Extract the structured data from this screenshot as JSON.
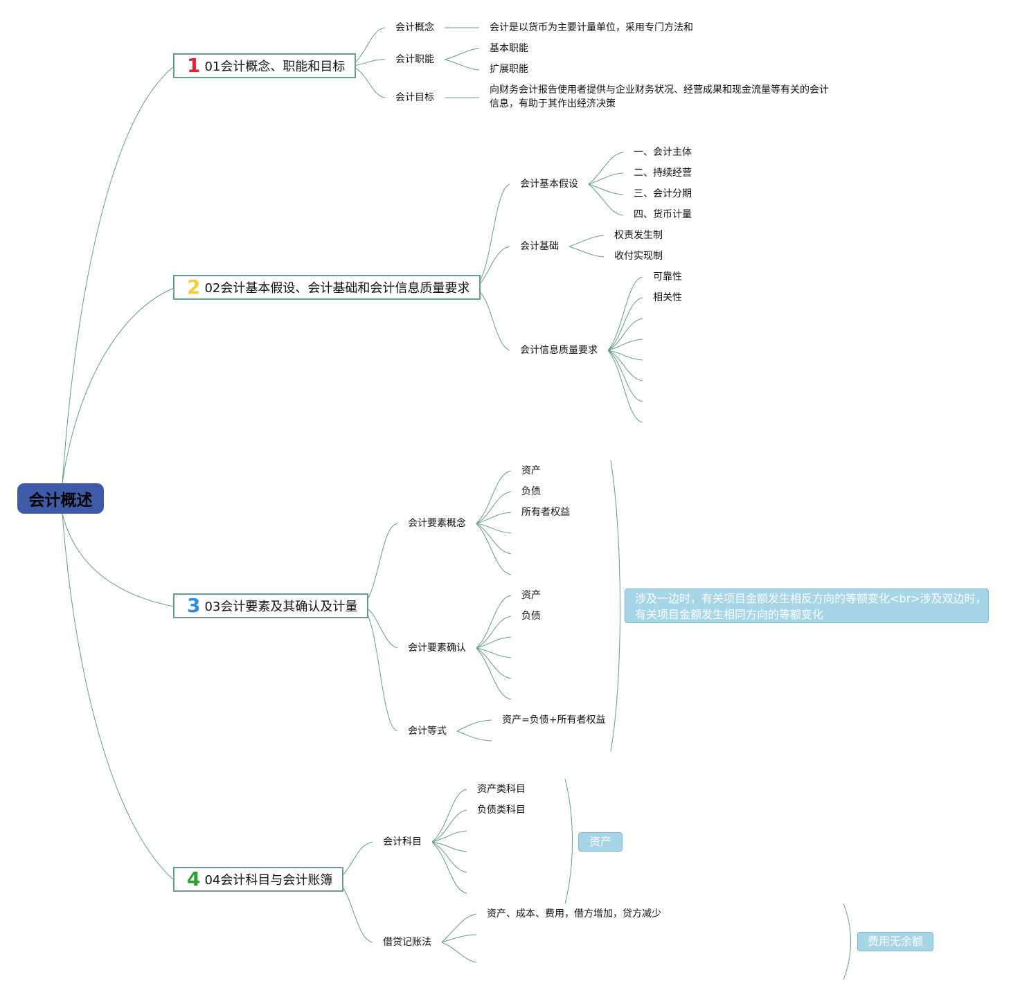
{
  "root": {
    "label": "会计概述"
  },
  "topics": [
    {
      "number": "1",
      "number_color": "#e0213a",
      "label": "01会计概念、职能和目标"
    },
    {
      "number": "2",
      "number_color": "#f2cf3a",
      "label": "02会计基本假设、会计基础和会计信息质量要求"
    },
    {
      "number": "3",
      "number_color": "#2d8fd6",
      "label": "03会计要素及其确认及计量"
    },
    {
      "number": "4",
      "number_color": "#2aa12f",
      "label": "04会计科目与会计账簿"
    }
  ],
  "t1": {
    "concept": "会计概念",
    "concept_text": "会计是以货币为主要计量单位，采用专门方法和",
    "function": "会计职能",
    "function_items": [
      "基本职能",
      "扩展职能"
    ],
    "goal": "会计目标",
    "goal_text": [
      "向财务会计报告使用者提供与企业财务状况、经营成果和现金流量等有关的会计",
      "信息，有助于其作出经济决策"
    ]
  },
  "t2": {
    "assumption": "会计基本假设",
    "assumption_items": [
      "一、会计主体",
      "二、持续经营",
      "三、会计分期",
      "四、货币计量"
    ],
    "basis": "会计基础",
    "basis_items": [
      "权责发生制",
      "收付实现制"
    ],
    "quality": "会计信息质量要求",
    "quality_items": [
      "可靠性",
      "相关性"
    ]
  },
  "t3": {
    "concept": "会计要素概念",
    "concept_items": [
      "资产",
      "负债",
      "所有者权益"
    ],
    "recognition": "会计要素确认",
    "recognition_items": [
      "资产",
      "负债"
    ],
    "equation": "会计等式",
    "equation_text": "资产=负债+所有者权益",
    "callout": [
      "涉及一边时，有关项目金额发生相反方向的等额变化<br>涉及双边时，",
      "有关项目金额发生相同方向的等额变化"
    ]
  },
  "t4": {
    "subjects": "会计科目",
    "subject_items": [
      "资产类科目",
      "负债类科目"
    ],
    "subjects_callout": "资产",
    "debit_credit": "借贷记账法",
    "debit_credit_text": "资产、成本、费用，借方增加，贷方减少",
    "debit_callout": "费用无余额"
  },
  "colors": {
    "line": "#5f9e88",
    "root_bg": "#3f5aa6",
    "callout_bg": "#a7d5e8"
  }
}
